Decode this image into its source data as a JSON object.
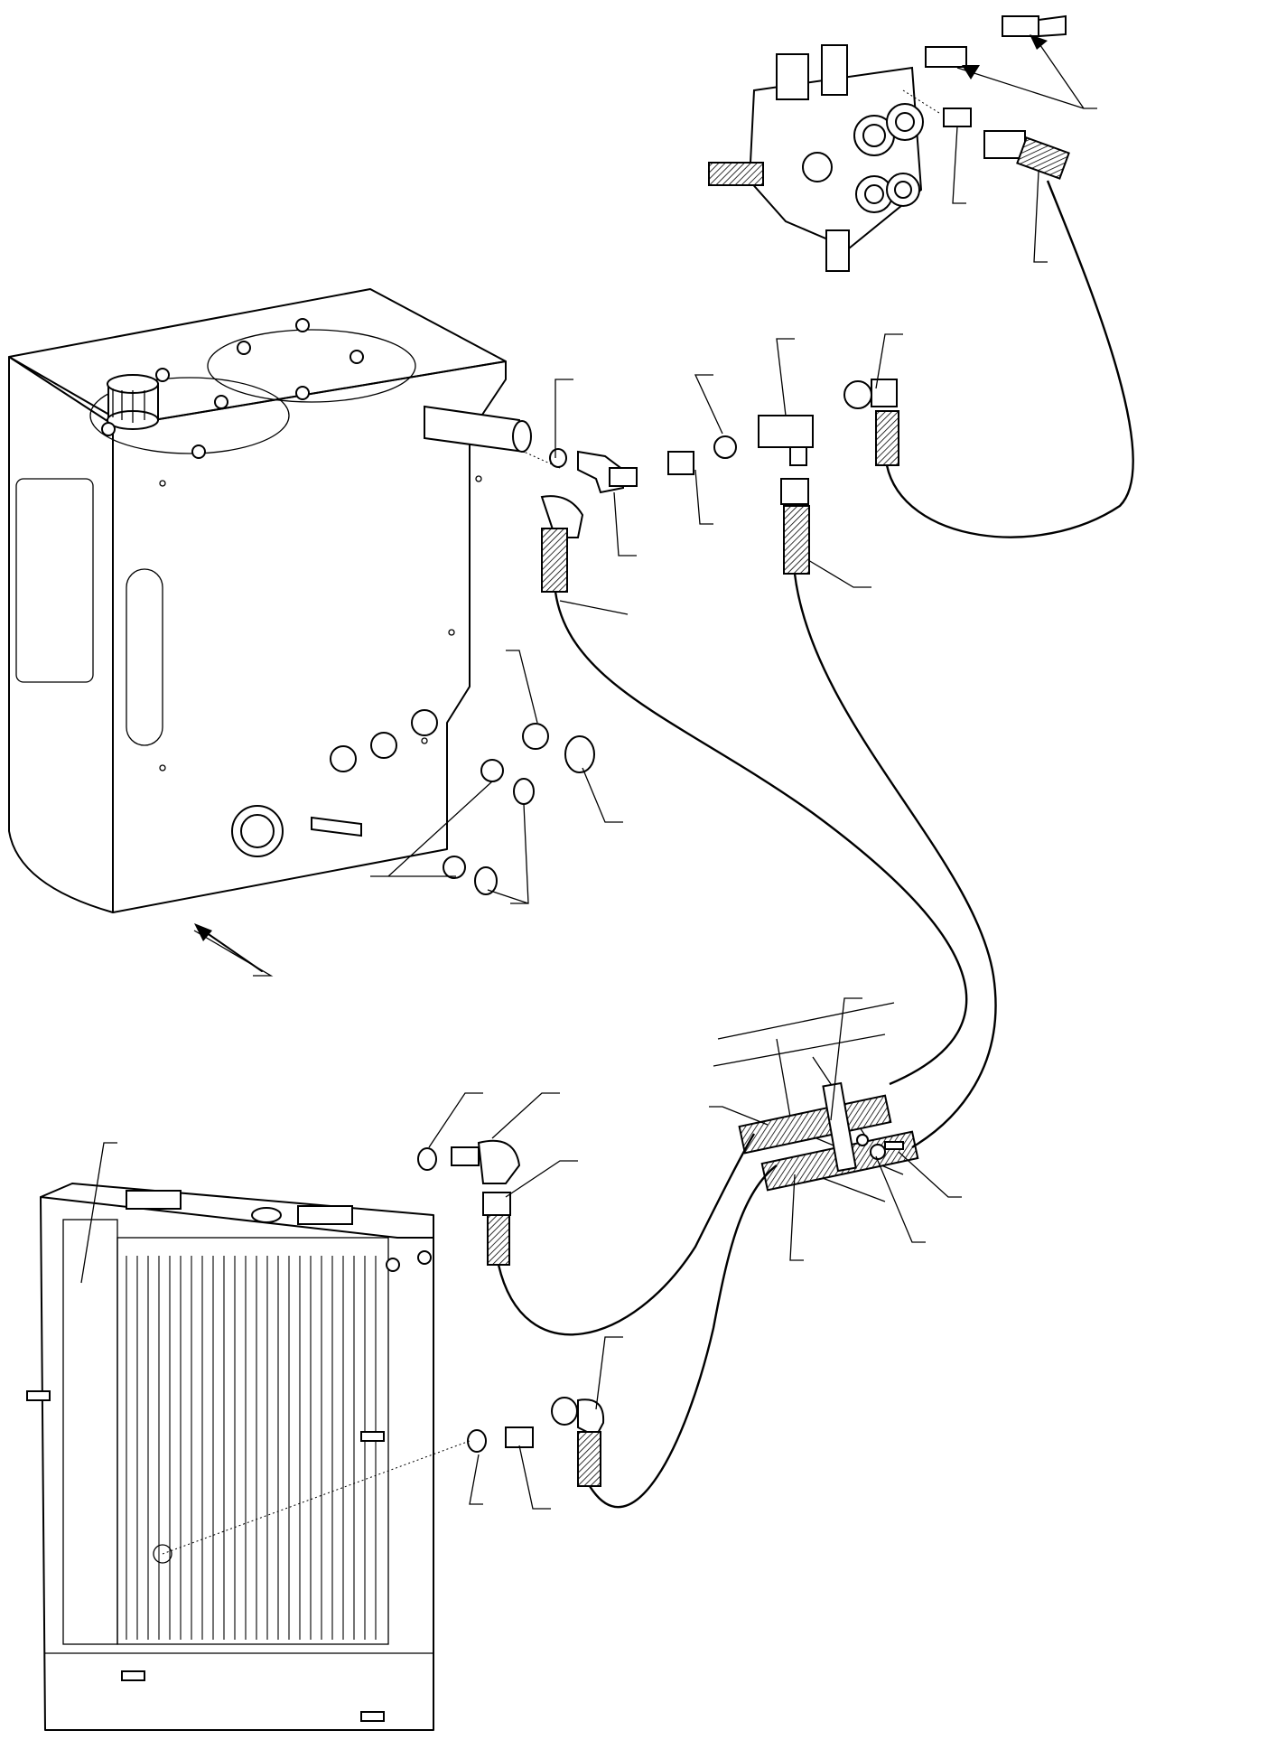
{
  "diagram": {
    "components": [
      {
        "id": "hydraulic-tank",
        "icon": "tank-icon"
      },
      {
        "id": "control-valve",
        "icon": "valve-block-icon"
      },
      {
        "id": "oil-cooler-radiator",
        "icon": "radiator-icon"
      },
      {
        "id": "hose-clamp-bracket",
        "icon": "clamp-icon"
      }
    ],
    "leader_count": 24,
    "colors": {
      "ink": "#000000",
      "paper": "#ffffff"
    }
  }
}
